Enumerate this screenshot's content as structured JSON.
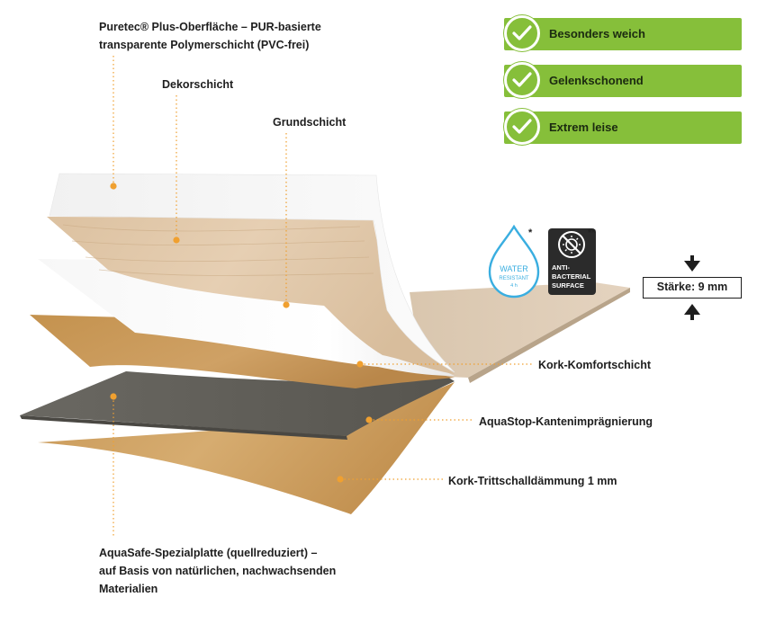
{
  "layer_labels": {
    "puretec": [
      "Puretec® Plus-Oberfläche – PUR-basierte",
      "transparente Polymerschicht (PVC-frei)"
    ],
    "dekor": "Dekorschicht",
    "grund": "Grundschicht",
    "kork_komfort": "Kork-Komfortschicht",
    "aquastop": "AquaStop-Kantenimprägnierung",
    "kork_tritt": "Kork-Trittschalldämmung 1 mm",
    "aquasafe": [
      "AquaSafe-Spezialplatte (quellreduziert) –",
      "auf Basis von natürlichen, nachwachsenden",
      "Materialien"
    ]
  },
  "features": [
    "Besonders weich",
    "Gelenkschonend",
    "Extrem leise"
  ],
  "badges": {
    "water": {
      "line1": "WATER",
      "line2": "RESISTANT",
      "line3": "4 h",
      "mark": "*"
    },
    "anti": {
      "line1": "ANTI-",
      "line2": "BACTERIAL",
      "line3": "SURFACE",
      "mark": "**"
    }
  },
  "thickness": "Stärke: 9 mm",
  "colors": {
    "accent_green": "#86bf3a",
    "marker_orange": "#f0a030",
    "water_blue": "#3aaee0"
  }
}
